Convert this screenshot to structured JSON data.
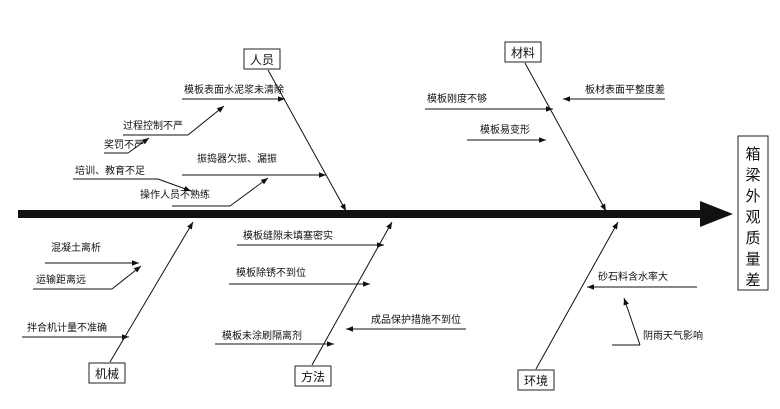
{
  "effect": [
    "箱",
    "梁",
    "外",
    "观",
    "质",
    "量",
    "差"
  ],
  "categories": {
    "personnel": "人员",
    "material": "材料",
    "machine": "机械",
    "method": "方法",
    "environment": "环境"
  },
  "causes": {
    "personnel": {
      "formwork_slurry": "模板表面水泥浆未清除",
      "process_control": "过程控制不严",
      "reward_punish": "奖罚不严",
      "training": "培训、教育不足",
      "vibrator": "振捣器欠振、漏振",
      "unskilled": "操作人员不熟练"
    },
    "material": {
      "stiffness": "模板刚度不够",
      "deform": "模板易变形",
      "flatness": "板材表面平整度差"
    },
    "machine": {
      "segregation": "混凝土离析",
      "distance": "运输距离远",
      "meter": "拌合机计量不准确"
    },
    "method": {
      "gap": "模板缝隙未填塞密实",
      "rust": "模板除锈不到位",
      "release": "模板未涂刷隔离剂",
      "protect": "成品保护措施不到位"
    },
    "environment": {
      "moisture": "砂石料含水率大",
      "weather": "阴雨天气影响"
    }
  }
}
